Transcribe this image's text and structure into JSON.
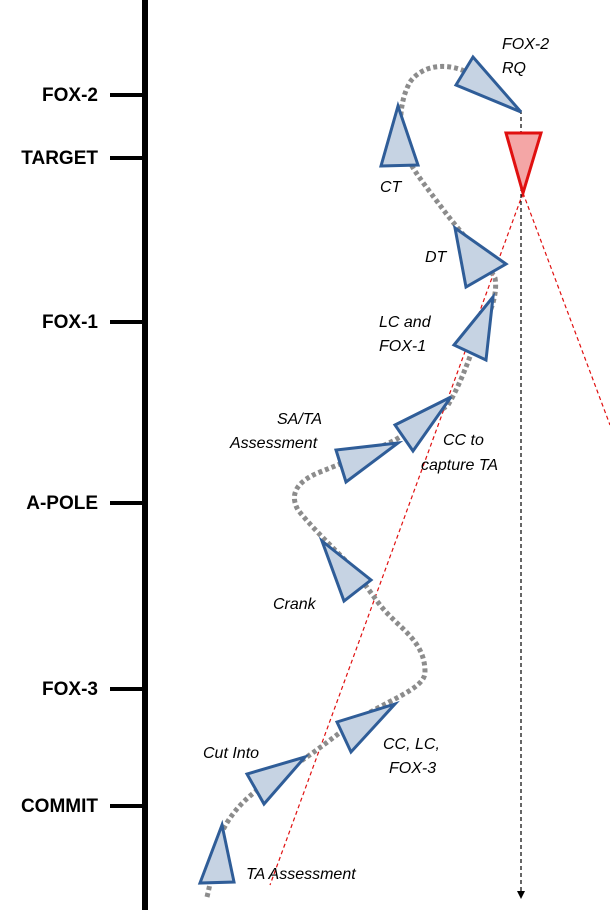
{
  "timeline": {
    "labels": [
      "FOX-2",
      "TARGET",
      "FOX-1",
      "A-POLE",
      "FOX-3",
      "COMMIT"
    ]
  },
  "annotations": {
    "fox2_rq_line1": "FOX-2",
    "fox2_rq_line2": "RQ",
    "ct": "CT",
    "dt": "DT",
    "lc_fox1_line1": "LC and",
    "lc_fox1_line2": "FOX-1",
    "sa_ta_line1": "SA/TA",
    "sa_ta_line2": "Assessment",
    "cc_capture_line1": "CC to",
    "cc_capture_line2": "capture TA",
    "crank": "Crank",
    "cc_lc_fox3_line1": "CC, LC,",
    "cc_lc_fox3_line2": "FOX-3",
    "cut_into": "Cut Into",
    "ta_assessment": "TA Assessment"
  },
  "colors": {
    "aircraft_fill": "#c6d3e3",
    "aircraft_stroke": "#2f5d98",
    "target_fill": "#f4a6a6",
    "target_stroke": "#e01010",
    "track": "#8c8c8c",
    "line_of_sight": "#e01010"
  }
}
